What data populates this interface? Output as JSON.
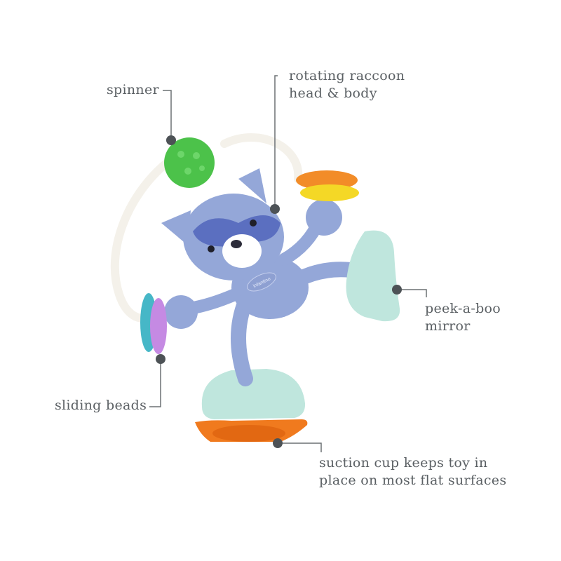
{
  "brand_badge": "infantino",
  "callouts": {
    "spinner": {
      "lines": [
        "spinner"
      ]
    },
    "raccoon": {
      "lines": [
        "rotating raccoon",
        "head & body"
      ]
    },
    "mirror": {
      "lines": [
        "peek-a-boo",
        "mirror"
      ]
    },
    "beads": {
      "lines": [
        "sliding beads"
      ]
    },
    "suction": {
      "lines": [
        "suction cup keeps toy in",
        "place on most flat surfaces"
      ]
    }
  },
  "colors": {
    "label_text": "#5b6064",
    "leader_line": "#6b7074",
    "raccoon_body": "#94a7d8",
    "raccoon_mask": "#5b6fc0",
    "spinner_ball": "#4cc24a",
    "mirror_base": "#bfe6dd",
    "suction_cup": "#f07a1e",
    "ring_track": "#f4f1ea"
  }
}
